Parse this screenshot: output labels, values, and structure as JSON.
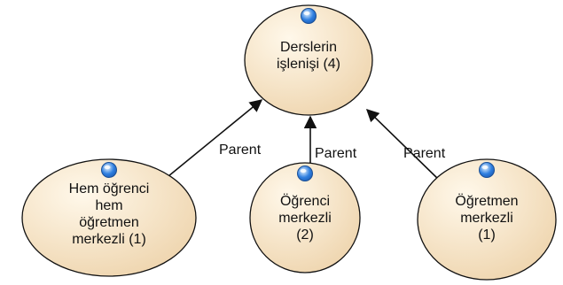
{
  "diagram": {
    "nodes": [
      {
        "id": "root",
        "lines": [
          "Derslerin",
          "işlenişi (4)"
        ],
        "icon": "blue-circle-icon"
      },
      {
        "id": "hem",
        "lines": [
          "Hem öğrenci",
          "hem",
          "öğretmen",
          "merkezli (1)"
        ],
        "icon": "blue-circle-icon"
      },
      {
        "id": "ogr",
        "lines": [
          "Öğrenci",
          "merkezli",
          "(2)"
        ],
        "icon": "blue-circle-icon"
      },
      {
        "id": "ogt",
        "lines": [
          "Öğretmen",
          "merkezli",
          "(1)"
        ],
        "icon": "blue-circle-icon"
      }
    ],
    "edges": [
      {
        "from": "hem",
        "to": "root",
        "label": "Parent"
      },
      {
        "from": "ogr",
        "to": "root",
        "label": "Parent"
      },
      {
        "from": "ogt",
        "to": "root",
        "label": "Parent"
      }
    ],
    "colors": {
      "node_fill_light": "#fff8ea",
      "node_fill_dark": "#efd6b0",
      "node_stroke": "#111111",
      "edge": "#111111",
      "icon_blue": "#2f7fe0"
    }
  }
}
